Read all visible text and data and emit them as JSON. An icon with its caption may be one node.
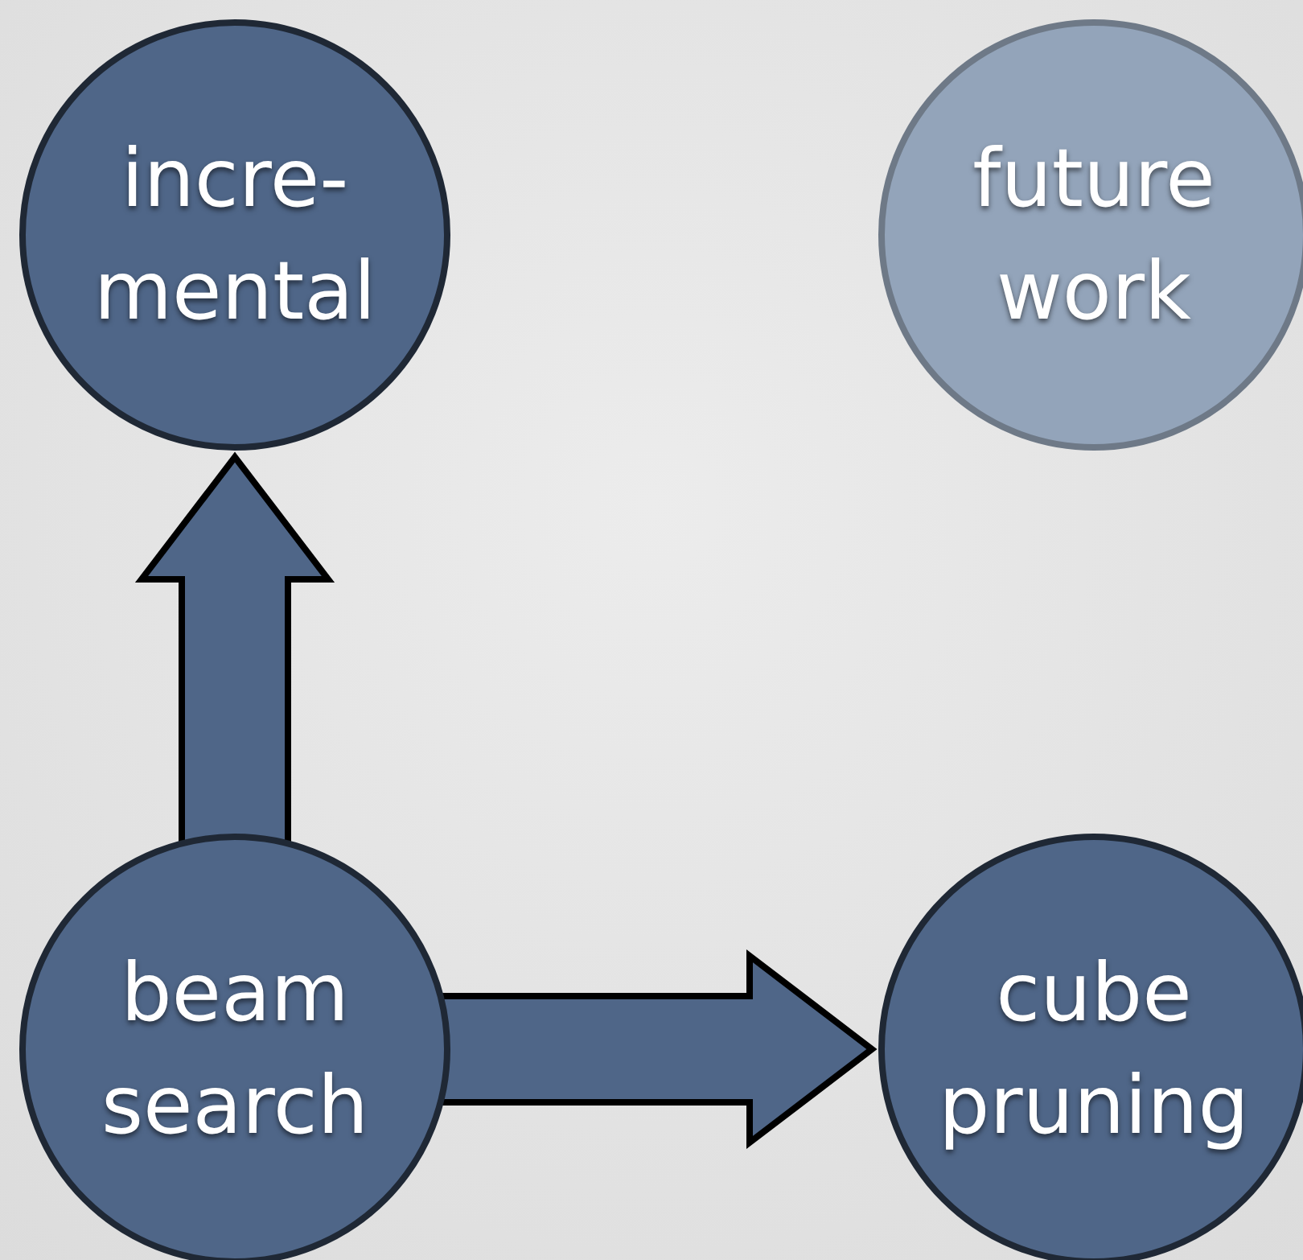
{
  "diagram": {
    "nodes": [
      {
        "text": [
          "incre- mental"
        ]
      },
      {
        "text": [
          "future work"
        ]
      },
      {
        "text": [
          "beam search"
        ]
      },
      {
        "text": [
          "cube pruning"
        ]
      }
    ],
    "edges": [
      {
        "from": 2,
        "to": 0,
        "arrow": "to",
        "style": "thick"
      },
      {
        "from": 2,
        "to": 3,
        "arrow": "to",
        "style": "thick"
      }
    ]
  }
}
